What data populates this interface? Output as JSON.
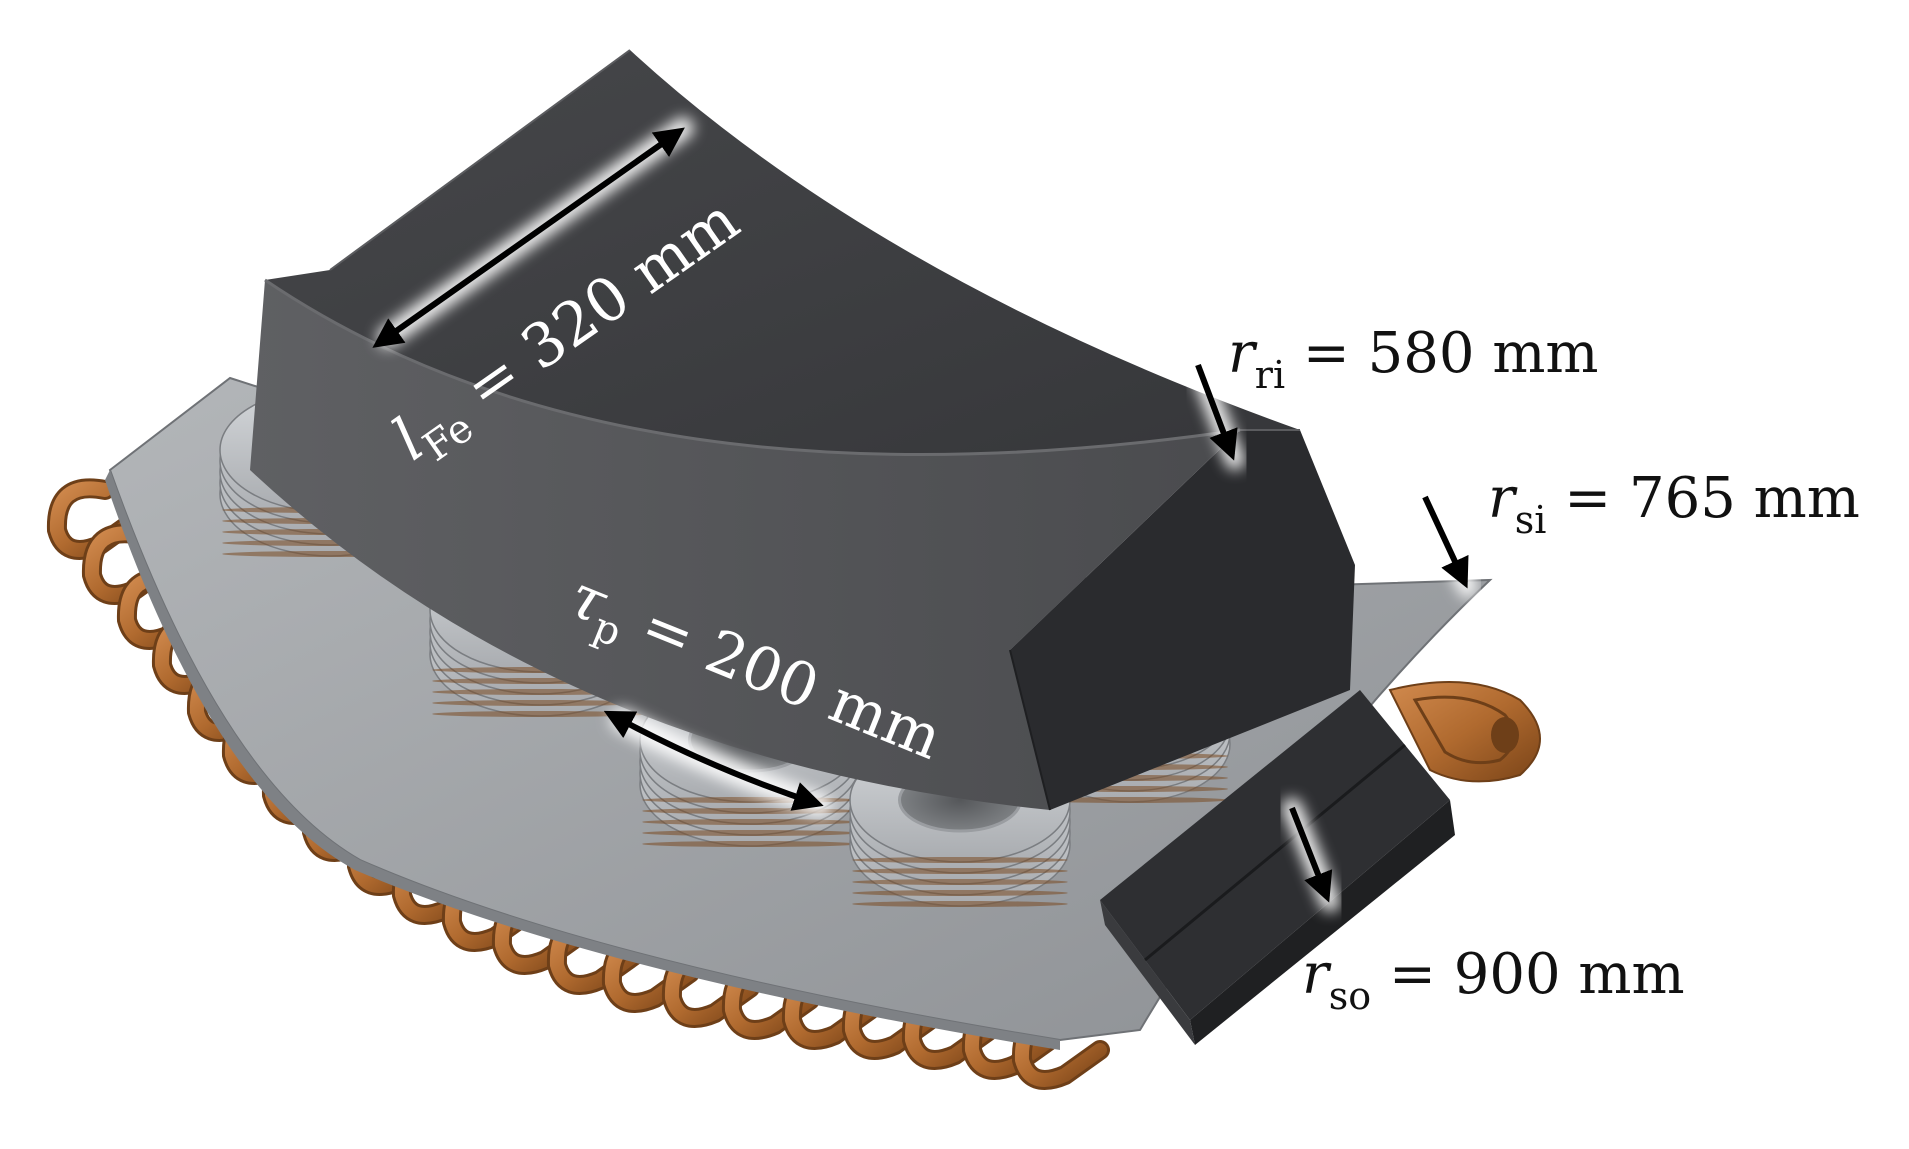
{
  "annotations": {
    "l_fe": {
      "symbol": "l",
      "sub": "Fe",
      "rest": " = 320 mm"
    },
    "tau_p": {
      "symbol": "τ",
      "sub": "p",
      "rest": " = 200 mm"
    },
    "r_ri": {
      "symbol": "r",
      "sub": "ri",
      "rest": " = 580 mm"
    },
    "r_si": {
      "symbol": "r",
      "sub": "si",
      "rest": " = 765 mm"
    },
    "r_so": {
      "symbol": "r",
      "sub": "so",
      "rest": " = 900 mm"
    }
  },
  "colors": {
    "yoke_top": "#3e3f42",
    "yoke_front": "#58595c",
    "yoke_side": "#2c2d30",
    "plate": "#9c9fa3",
    "coil_disc": "#c4c7ca",
    "copper": "#b56e33",
    "copper_dark": "#6e3f18",
    "arrow": "#000000",
    "glow": "#ffffff"
  }
}
